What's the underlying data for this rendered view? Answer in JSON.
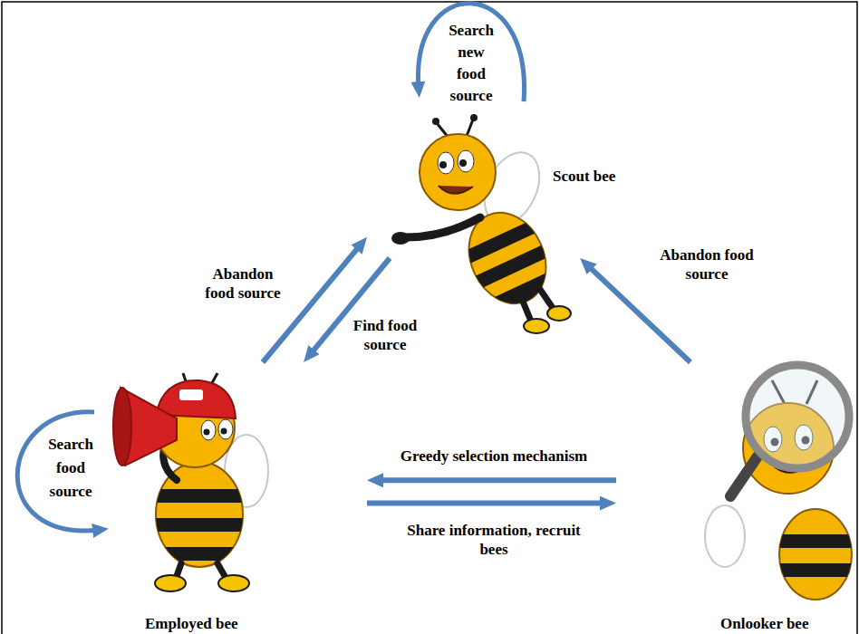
{
  "diagram": {
    "nodes": [
      {
        "text": [
          "Scout bee"
        ]
      },
      {
        "text": [
          "Employed bee"
        ]
      },
      {
        "text": [
          "Onlooker bee"
        ]
      }
    ],
    "edges": [
      {
        "from": 1,
        "to": 0,
        "label": "Abandon food source",
        "arrow": "to"
      },
      {
        "from": 0,
        "to": 1,
        "label": "Find food source",
        "arrow": "to"
      },
      {
        "from": 2,
        "to": 0,
        "label": "Abandon food source",
        "arrow": "to"
      },
      {
        "from": 2,
        "to": 1,
        "label": "Greedy selection mechanism",
        "arrow": "to"
      },
      {
        "from": 1,
        "to": 2,
        "label": "Share information, recruit bees",
        "arrow": "to"
      }
    ],
    "labels": [
      "Search new food source",
      "Search food source"
    ]
  }
}
